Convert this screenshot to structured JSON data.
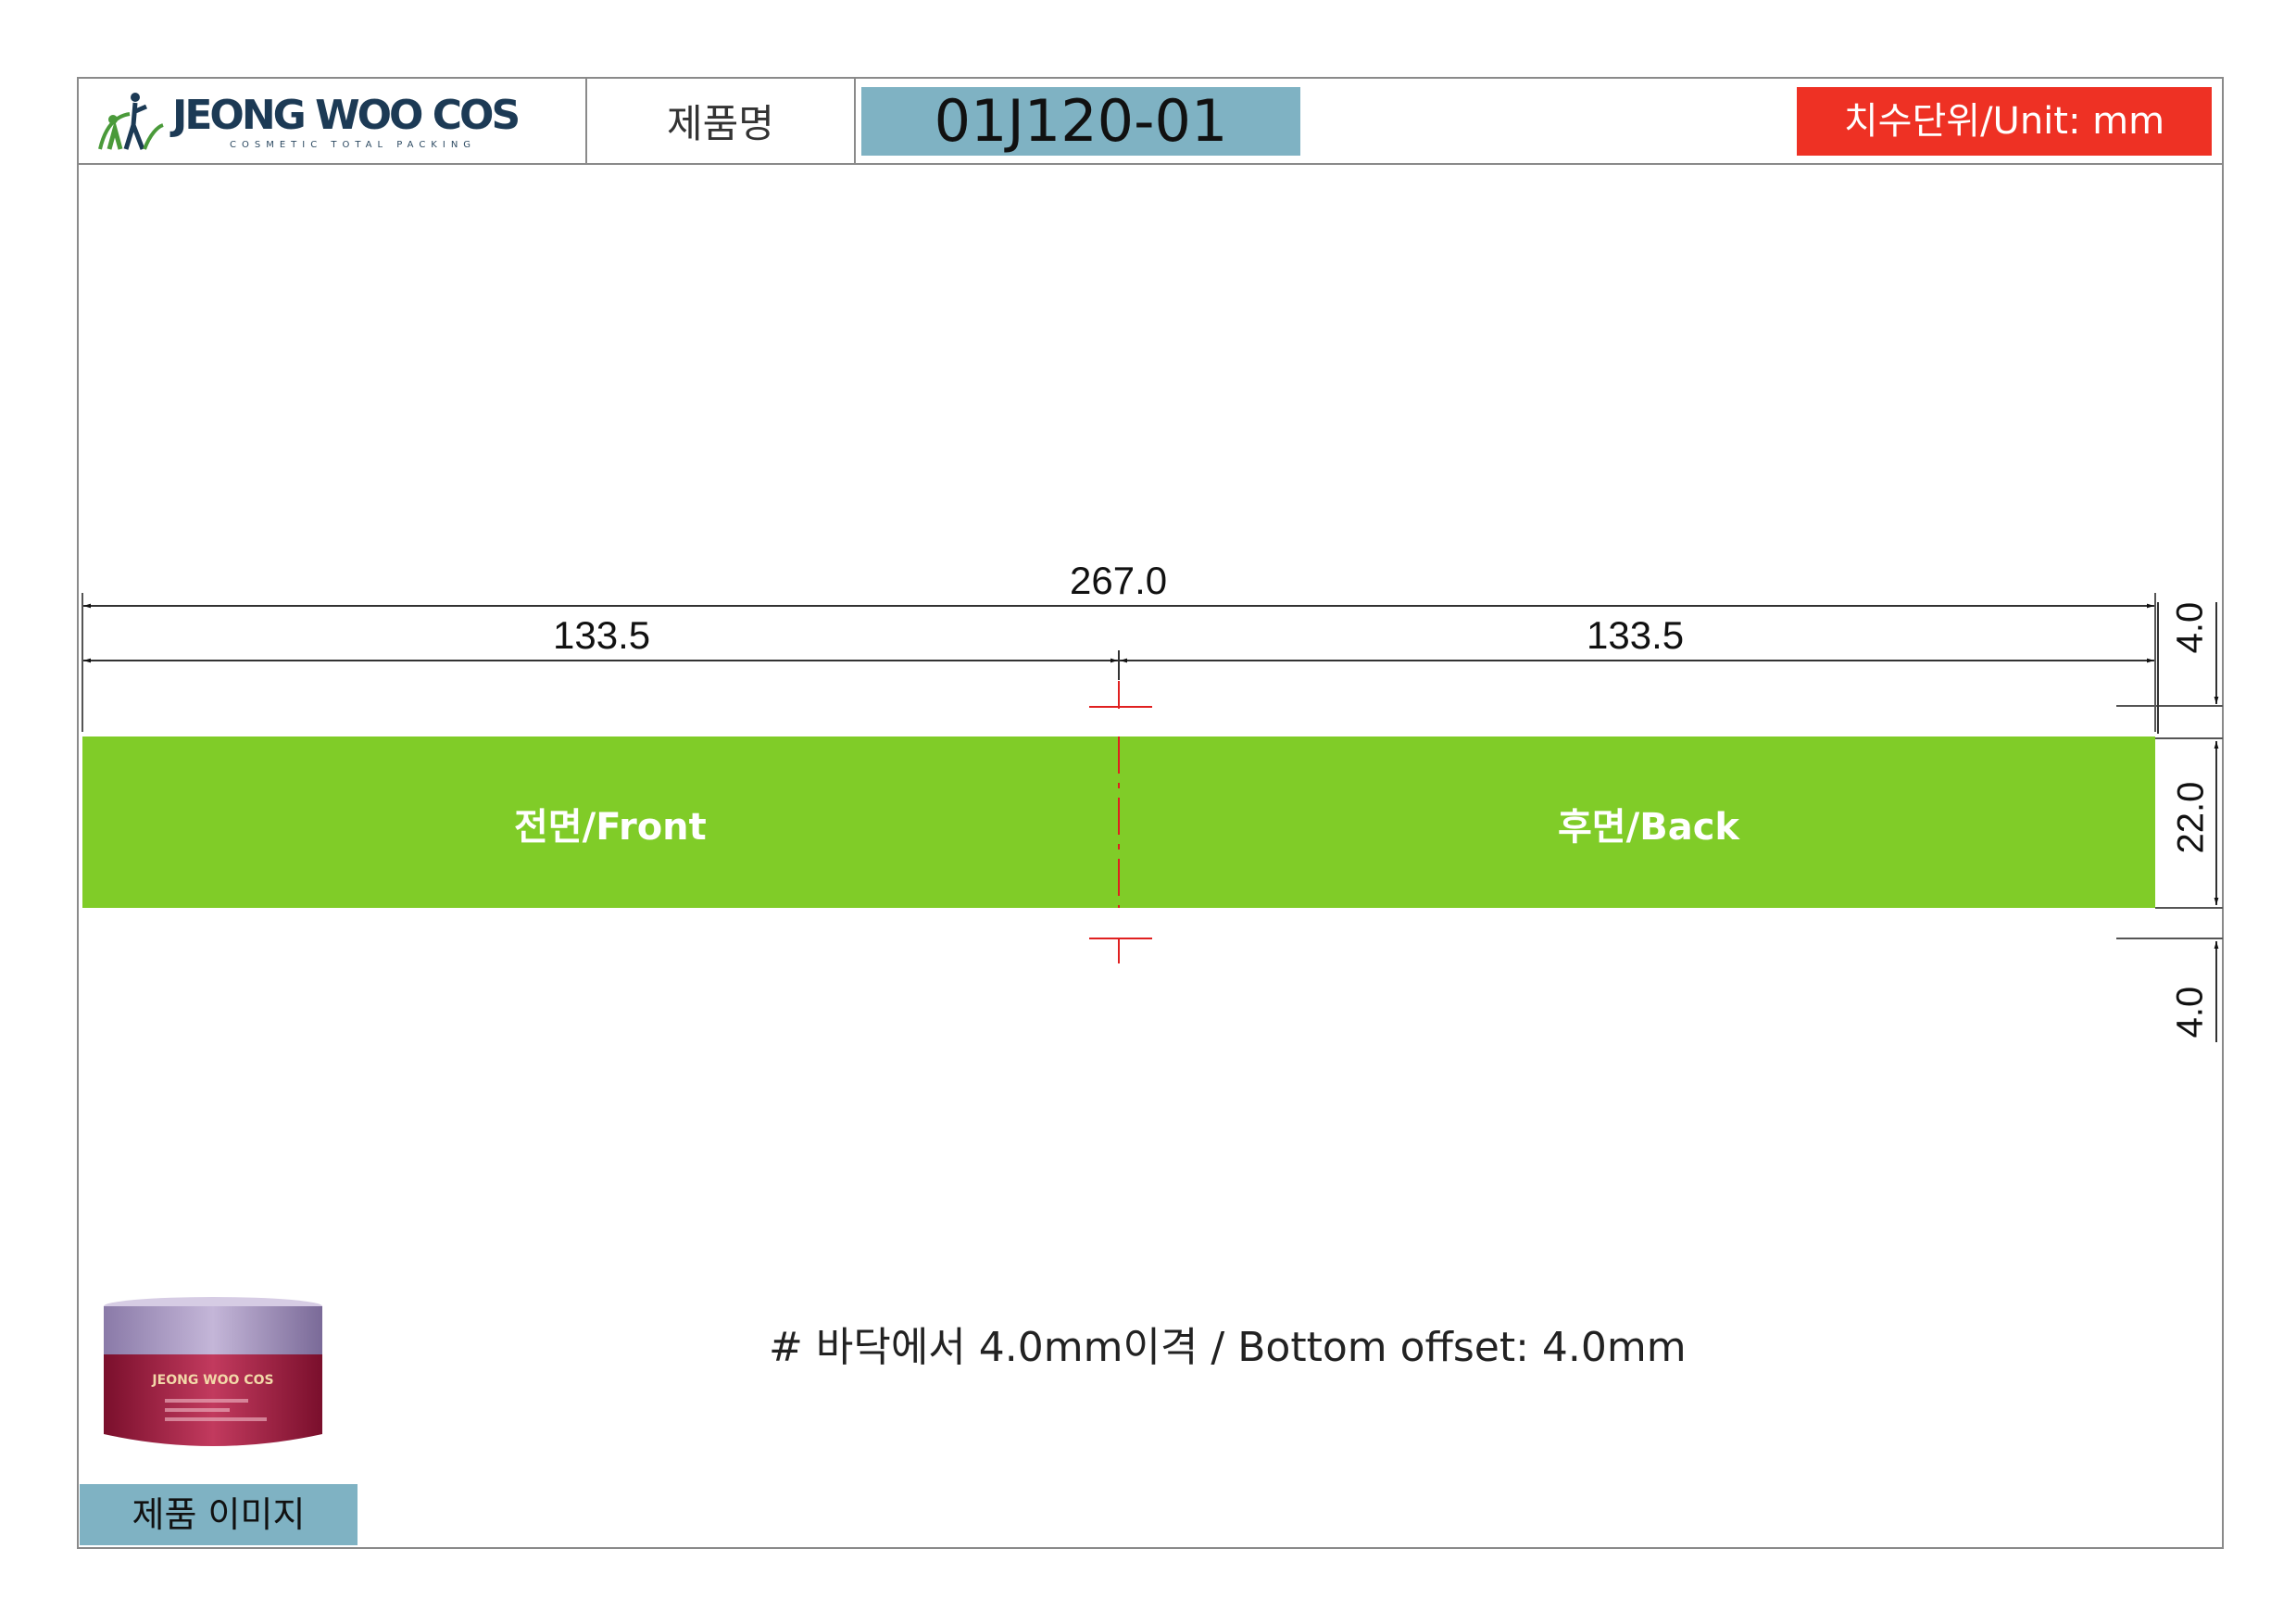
{
  "header": {
    "logo_text": "JEONG WOO COS",
    "logo_subtitle": "COSMETIC TOTAL PACKING",
    "product_label": "제품명",
    "product_code": "01J120-01",
    "unit_label": "치수단위/Unit: mm"
  },
  "drawing": {
    "total_width": "267.0",
    "half_left": "133.5",
    "half_right": "133.5",
    "top_margin": "4.0",
    "band_height": "22.0",
    "bottom_margin": "4.0",
    "front_label": "전면/Front",
    "back_label": "후면/Back",
    "band_color": "#80cc28",
    "centerline_color": "#e02020"
  },
  "note": "#  바닥에서 4.0mm이격 / Bottom offset: 4.0mm",
  "product_image": {
    "caption": "제품 이미지",
    "jar_brand": "JEONG WOO COS"
  },
  "colors": {
    "code_box": "#7fb2c3",
    "unit_box": "#ee3124",
    "logo_navy": "#1c3a55",
    "logo_green": "#4a9a3a"
  }
}
